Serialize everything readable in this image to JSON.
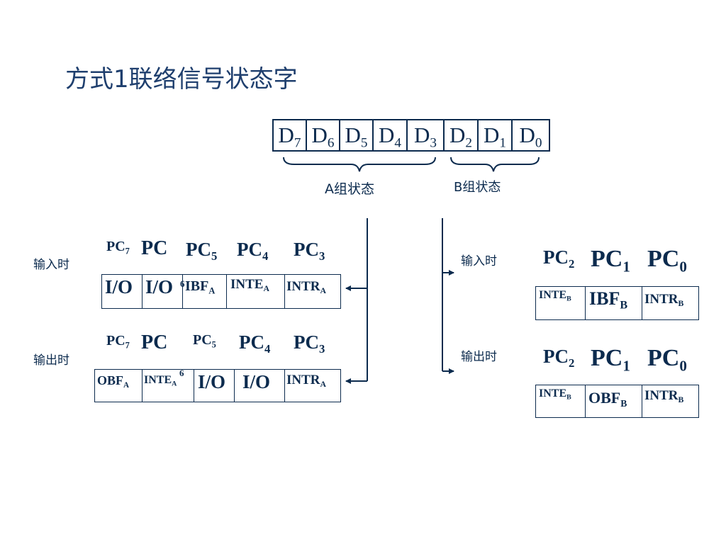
{
  "title": "方式1联络信号状态字",
  "bits": [
    {
      "main": "D",
      "sub": "7"
    },
    {
      "main": "D",
      "sub": "6"
    },
    {
      "main": "D",
      "sub": "5"
    },
    {
      "main": "D",
      "sub": "4"
    },
    {
      "main": "D",
      "sub": "3"
    },
    {
      "main": "D",
      "sub": "2"
    },
    {
      "main": "D",
      "sub": "1"
    },
    {
      "main": "D",
      "sub": "0"
    }
  ],
  "group_a_label": "A组状态",
  "group_b_label": "B组状态",
  "a_input": {
    "label": "输入时",
    "pins": [
      {
        "main": "PC",
        "sub": "7"
      },
      {
        "main": "PC",
        "sub": ""
      },
      {
        "main": "PC",
        "sub": "5"
      },
      {
        "main": "PC",
        "sub": "4"
      },
      {
        "main": "PC",
        "sub": "3"
      }
    ],
    "stray_sub": "6",
    "cells": [
      {
        "main": "I/O",
        "sub": ""
      },
      {
        "main": "I/O",
        "sub": ""
      },
      {
        "main": "IBF",
        "sub": "A"
      },
      {
        "main": "INTE",
        "sub": "A"
      },
      {
        "main": "INTR",
        "sub": "A"
      }
    ]
  },
  "a_output": {
    "label": "输出时",
    "pins": [
      {
        "main": "PC",
        "sub": "7"
      },
      {
        "main": "PC",
        "sub": ""
      },
      {
        "main": "PC",
        "sub": "5"
      },
      {
        "main": "PC",
        "sub": "4"
      },
      {
        "main": "PC",
        "sub": "3"
      }
    ],
    "stray_sub": "6",
    "cells": [
      {
        "main": "OBF",
        "sub": "A"
      },
      {
        "main": "INTE",
        "sub": "A"
      },
      {
        "main": "I/O",
        "sub": ""
      },
      {
        "main": "I/O",
        "sub": ""
      },
      {
        "main": "INTR",
        "sub": "A"
      }
    ]
  },
  "b_input": {
    "label": "输入时",
    "pins": [
      {
        "main": "PC",
        "sub": "2"
      },
      {
        "main": "PC",
        "sub": "1"
      },
      {
        "main": "PC",
        "sub": "0"
      }
    ],
    "cells": [
      {
        "main": "INTE",
        "sub": "B"
      },
      {
        "main": "IBF",
        "sub": "B"
      },
      {
        "main": "INTR",
        "sub": "B"
      }
    ]
  },
  "b_output": {
    "label": "输出时",
    "pins": [
      {
        "main": "PC",
        "sub": "2"
      },
      {
        "main": "PC",
        "sub": "1"
      },
      {
        "main": "PC",
        "sub": "0"
      }
    ],
    "cells": [
      {
        "main": "INTE",
        "sub": "B"
      },
      {
        "main": "OBF",
        "sub": "B"
      },
      {
        "main": "INTR",
        "sub": "B"
      }
    ]
  },
  "colors": {
    "primary": "#0c2b4e",
    "title": "#1f3f6e"
  }
}
